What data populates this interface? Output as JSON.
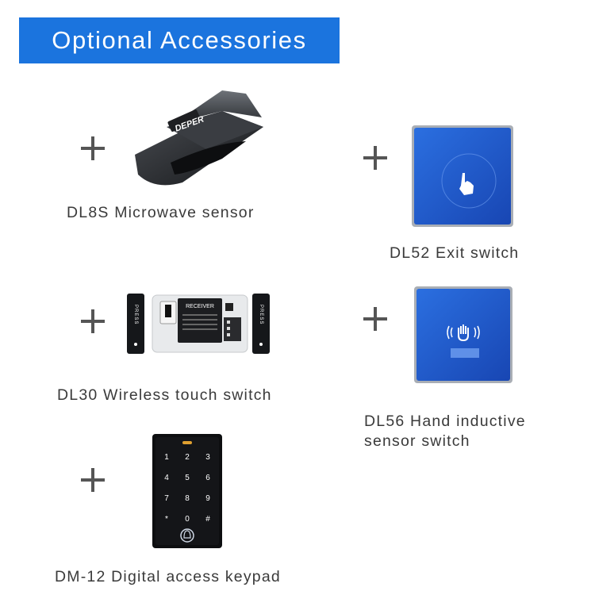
{
  "header": {
    "title": "Optional Accessories",
    "bg_color": "#1b74de"
  },
  "accessories": [
    {
      "name": "DL8S Microwave sensor",
      "brand_text": "DEPER",
      "icon": "microwave-sensor-image"
    },
    {
      "name": "DL52 Exit switch",
      "icon": "exit-switch-image"
    },
    {
      "name": "DL30 Wireless touch switch",
      "icon": "wireless-touch-switch-image",
      "button_text": "PRESS",
      "receiver_text": "RECEIVER"
    },
    {
      "name_lines": [
        "DL56 Hand inductive",
        "sensor switch"
      ],
      "icon": "hand-inductive-switch-image"
    },
    {
      "name": "DM-12 Digital access keypad",
      "icon": "access-keypad-image",
      "keys": [
        "1",
        "2",
        "3",
        "4",
        "5",
        "6",
        "7",
        "8",
        "9",
        "*",
        "0",
        "#"
      ]
    }
  ],
  "plus_symbol": "plus-icon",
  "colors": {
    "panel_blue": "#1f5fcf",
    "frame_grey": "#9aa0a8",
    "label_text": "#3a3a3a"
  }
}
